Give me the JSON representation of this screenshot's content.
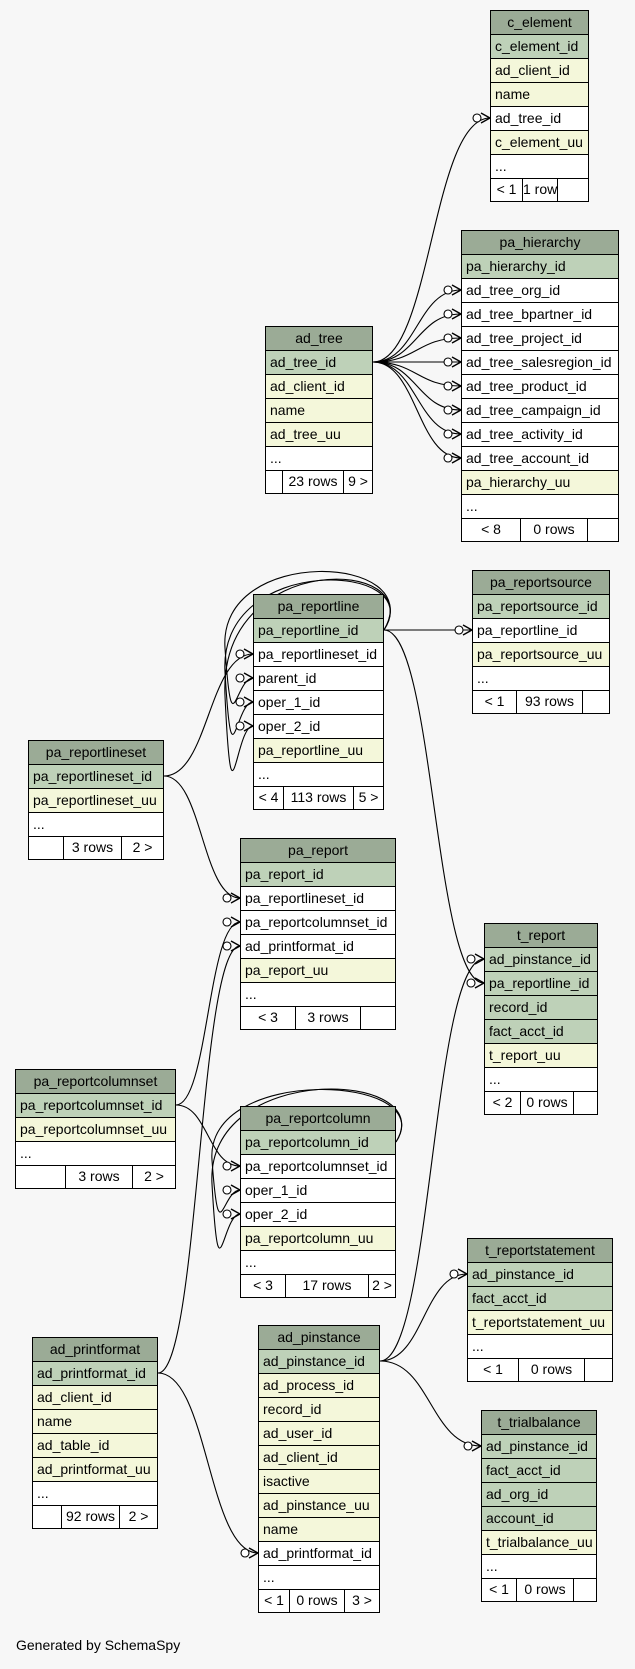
{
  "tables": [
    {
      "id": "c_element",
      "name": "c_element",
      "columns": [
        {
          "name": "c_element_id",
          "kind": "pk"
        },
        {
          "name": "ad_client_id",
          "kind": "col"
        },
        {
          "name": "name",
          "kind": "col"
        },
        {
          "name": "ad_tree_id",
          "kind": "fk"
        },
        {
          "name": "c_element_uu",
          "kind": "col"
        },
        {
          "name": "...",
          "kind": "more"
        }
      ],
      "footer": {
        "parents": "< 1",
        "rows": "1 row",
        "children": ""
      }
    },
    {
      "id": "pa_hierarchy",
      "name": "pa_hierarchy",
      "columns": [
        {
          "name": "pa_hierarchy_id",
          "kind": "pk"
        },
        {
          "name": "ad_tree_org_id",
          "kind": "fk"
        },
        {
          "name": "ad_tree_bpartner_id",
          "kind": "fk"
        },
        {
          "name": "ad_tree_project_id",
          "kind": "fk"
        },
        {
          "name": "ad_tree_salesregion_id",
          "kind": "fk"
        },
        {
          "name": "ad_tree_product_id",
          "kind": "fk"
        },
        {
          "name": "ad_tree_campaign_id",
          "kind": "fk"
        },
        {
          "name": "ad_tree_activity_id",
          "kind": "fk"
        },
        {
          "name": "ad_tree_account_id",
          "kind": "fk"
        },
        {
          "name": "pa_hierarchy_uu",
          "kind": "col"
        },
        {
          "name": "...",
          "kind": "more"
        }
      ],
      "footer": {
        "parents": "< 8",
        "rows": "0 rows",
        "children": ""
      }
    },
    {
      "id": "ad_tree",
      "name": "ad_tree",
      "columns": [
        {
          "name": "ad_tree_id",
          "kind": "pk"
        },
        {
          "name": "ad_client_id",
          "kind": "col"
        },
        {
          "name": "name",
          "kind": "col"
        },
        {
          "name": "ad_tree_uu",
          "kind": "col"
        },
        {
          "name": "...",
          "kind": "more"
        }
      ],
      "footer": {
        "parents": "",
        "rows": "23 rows",
        "children": "9 >"
      }
    },
    {
      "id": "pa_reportline",
      "name": "pa_reportline",
      "columns": [
        {
          "name": "pa_reportline_id",
          "kind": "pk"
        },
        {
          "name": "pa_reportlineset_id",
          "kind": "fk"
        },
        {
          "name": "parent_id",
          "kind": "fk"
        },
        {
          "name": "oper_1_id",
          "kind": "fk"
        },
        {
          "name": "oper_2_id",
          "kind": "fk"
        },
        {
          "name": "pa_reportline_uu",
          "kind": "col"
        },
        {
          "name": "...",
          "kind": "more"
        }
      ],
      "footer": {
        "parents": "< 4",
        "rows": "113 rows",
        "children": "5 >"
      }
    },
    {
      "id": "pa_reportsource",
      "name": "pa_reportsource",
      "columns": [
        {
          "name": "pa_reportsource_id",
          "kind": "pk"
        },
        {
          "name": "pa_reportline_id",
          "kind": "fk"
        },
        {
          "name": "pa_reportsource_uu",
          "kind": "col"
        },
        {
          "name": "...",
          "kind": "more"
        }
      ],
      "footer": {
        "parents": "< 1",
        "rows": "93 rows",
        "children": ""
      }
    },
    {
      "id": "pa_reportlineset",
      "name": "pa_reportlineset",
      "columns": [
        {
          "name": "pa_reportlineset_id",
          "kind": "pk"
        },
        {
          "name": "pa_reportlineset_uu",
          "kind": "col"
        },
        {
          "name": "...",
          "kind": "more"
        }
      ],
      "footer": {
        "parents": "",
        "rows": "3 rows",
        "children": "2 >"
      }
    },
    {
      "id": "pa_report",
      "name": "pa_report",
      "columns": [
        {
          "name": "pa_report_id",
          "kind": "pk"
        },
        {
          "name": "pa_reportlineset_id",
          "kind": "fk"
        },
        {
          "name": "pa_reportcolumnset_id",
          "kind": "fk"
        },
        {
          "name": "ad_printformat_id",
          "kind": "fk"
        },
        {
          "name": "pa_report_uu",
          "kind": "col"
        },
        {
          "name": "...",
          "kind": "more"
        }
      ],
      "footer": {
        "parents": "< 3",
        "rows": "3 rows",
        "children": ""
      }
    },
    {
      "id": "t_report",
      "name": "t_report",
      "columns": [
        {
          "name": "ad_pinstance_id",
          "kind": "pk"
        },
        {
          "name": "pa_reportline_id",
          "kind": "pk"
        },
        {
          "name": "record_id",
          "kind": "pk"
        },
        {
          "name": "fact_acct_id",
          "kind": "pk"
        },
        {
          "name": "t_report_uu",
          "kind": "col"
        },
        {
          "name": "...",
          "kind": "more"
        }
      ],
      "footer": {
        "parents": "< 2",
        "rows": "0 rows",
        "children": ""
      }
    },
    {
      "id": "pa_reportcolumnset",
      "name": "pa_reportcolumnset",
      "columns": [
        {
          "name": "pa_reportcolumnset_id",
          "kind": "pk"
        },
        {
          "name": "pa_reportcolumnset_uu",
          "kind": "col"
        },
        {
          "name": "...",
          "kind": "more"
        }
      ],
      "footer": {
        "parents": "",
        "rows": "3 rows",
        "children": "2 >"
      }
    },
    {
      "id": "pa_reportcolumn",
      "name": "pa_reportcolumn",
      "columns": [
        {
          "name": "pa_reportcolumn_id",
          "kind": "pk"
        },
        {
          "name": "pa_reportcolumnset_id",
          "kind": "fk"
        },
        {
          "name": "oper_1_id",
          "kind": "fk"
        },
        {
          "name": "oper_2_id",
          "kind": "fk"
        },
        {
          "name": "pa_reportcolumn_uu",
          "kind": "col"
        },
        {
          "name": "...",
          "kind": "more"
        }
      ],
      "footer": {
        "parents": "< 3",
        "rows": "17 rows",
        "children": "2 >"
      }
    },
    {
      "id": "t_reportstatement",
      "name": "t_reportstatement",
      "columns": [
        {
          "name": "ad_pinstance_id",
          "kind": "pk"
        },
        {
          "name": "fact_acct_id",
          "kind": "pk"
        },
        {
          "name": "t_reportstatement_uu",
          "kind": "col"
        },
        {
          "name": "...",
          "kind": "more"
        }
      ],
      "footer": {
        "parents": "< 1",
        "rows": "0 rows",
        "children": ""
      }
    },
    {
      "id": "ad_printformat",
      "name": "ad_printformat",
      "columns": [
        {
          "name": "ad_printformat_id",
          "kind": "pk"
        },
        {
          "name": "ad_client_id",
          "kind": "col"
        },
        {
          "name": "name",
          "kind": "col"
        },
        {
          "name": "ad_table_id",
          "kind": "col"
        },
        {
          "name": "ad_printformat_uu",
          "kind": "col"
        },
        {
          "name": "...",
          "kind": "more"
        }
      ],
      "footer": {
        "parents": "",
        "rows": "92 rows",
        "children": "2 >"
      }
    },
    {
      "id": "ad_pinstance",
      "name": "ad_pinstance",
      "columns": [
        {
          "name": "ad_pinstance_id",
          "kind": "pk"
        },
        {
          "name": "ad_process_id",
          "kind": "col"
        },
        {
          "name": "record_id",
          "kind": "col"
        },
        {
          "name": "ad_user_id",
          "kind": "col"
        },
        {
          "name": "ad_client_id",
          "kind": "col"
        },
        {
          "name": "isactive",
          "kind": "col"
        },
        {
          "name": "ad_pinstance_uu",
          "kind": "col"
        },
        {
          "name": "name",
          "kind": "col"
        },
        {
          "name": "ad_printformat_id",
          "kind": "fk"
        },
        {
          "name": "...",
          "kind": "more"
        }
      ],
      "footer": {
        "parents": "< 1",
        "rows": "0 rows",
        "children": "3 >"
      }
    },
    {
      "id": "t_trialbalance",
      "name": "t_trialbalance",
      "columns": [
        {
          "name": "ad_pinstance_id",
          "kind": "pk"
        },
        {
          "name": "fact_acct_id",
          "kind": "pk"
        },
        {
          "name": "ad_org_id",
          "kind": "pk"
        },
        {
          "name": "account_id",
          "kind": "pk"
        },
        {
          "name": "t_trialbalance_uu",
          "kind": "col"
        },
        {
          "name": "...",
          "kind": "more"
        }
      ],
      "footer": {
        "parents": "< 1",
        "rows": "0 rows",
        "children": ""
      }
    }
  ],
  "colors": {
    "header": "#9bab96",
    "pk": "#bed1b8",
    "column": "#f4f7da",
    "fk": "#ffffff",
    "background": "#f7f7f7"
  },
  "credit": "Generated by SchemaSpy"
}
